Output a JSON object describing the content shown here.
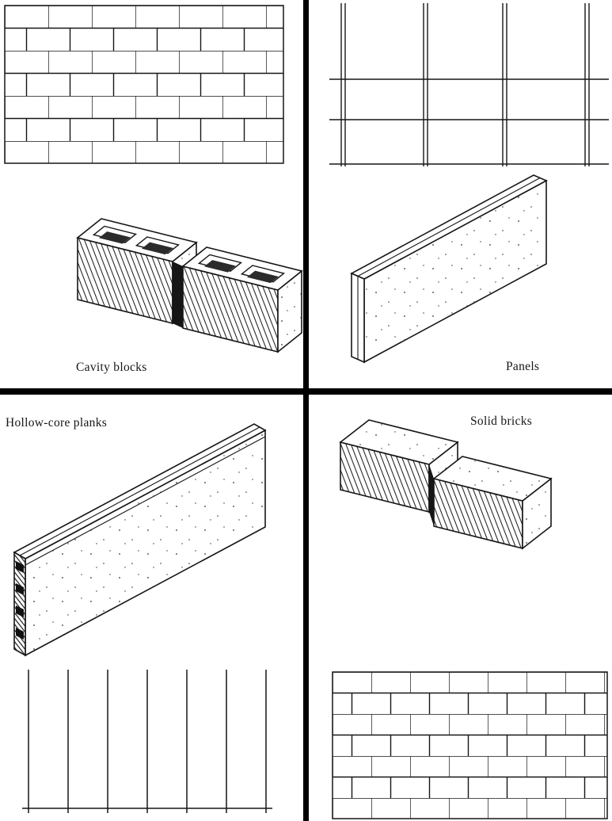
{
  "colors": {
    "ink": "#161616",
    "background": "#ffffff",
    "divider": "#000000",
    "hole_void": "#2b2b2b"
  },
  "quadrants": [
    {
      "position": "top-left",
      "label": "Cavity blocks",
      "wall_pattern": "running-bond-brickwork",
      "unit_drawing": "two-cavity-blocks-isometric"
    },
    {
      "position": "top-right",
      "label": "Panels",
      "wall_pattern": "large-panels-vertical-double-joints",
      "unit_drawing": "single-thin-panel-isometric"
    },
    {
      "position": "bottom-left",
      "label": "Hollow-core planks",
      "wall_pattern": "vertical-plank-joints",
      "unit_drawing": "hollow-core-plank-isometric"
    },
    {
      "position": "bottom-right",
      "label": "Solid bricks",
      "wall_pattern": "running-bond-brickwork",
      "unit_drawing": "two-solid-bricks-isometric"
    }
  ]
}
